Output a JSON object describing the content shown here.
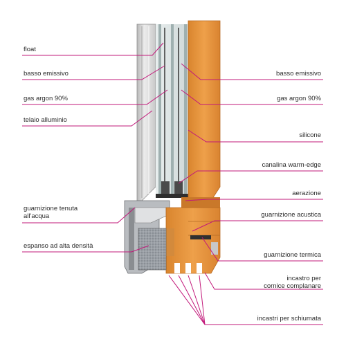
{
  "accent_color": "#c2187a",
  "left_labels": [
    {
      "key": "float",
      "text": "float"
    },
    {
      "key": "basso-emissivo",
      "text": "basso emissivo"
    },
    {
      "key": "gas-argon",
      "text": "gas argon 90%"
    },
    {
      "key": "telaio-alluminio",
      "text": "telaio alluminio"
    },
    {
      "key": "guarnizione-tenuta",
      "text": "guarnizione tenuta\nall'acqua"
    },
    {
      "key": "espanso",
      "text": "espanso ad alta densità"
    }
  ],
  "right_labels": [
    {
      "key": "basso-emissivo",
      "text": "basso emissivo"
    },
    {
      "key": "gas-argon",
      "text": "gas argon 90%"
    },
    {
      "key": "silicone",
      "text": "silicone"
    },
    {
      "key": "canalina",
      "text": "canalina warm-edge"
    },
    {
      "key": "aerazione",
      "text": "aerazione"
    },
    {
      "key": "guarnizione-acustica",
      "text": "guarnizione acustica"
    },
    {
      "key": "guarnizione-termica",
      "text": "guarnizione termica"
    },
    {
      "key": "incastro",
      "text": "incastro per\ncornice complanare"
    },
    {
      "key": "incastri",
      "text": "incastri per schiumata"
    }
  ]
}
